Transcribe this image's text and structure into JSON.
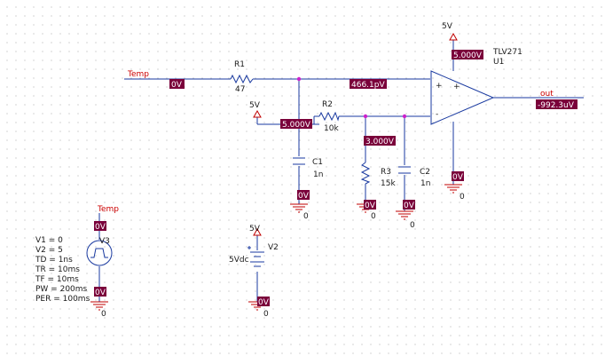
{
  "components": {
    "r1": {
      "name": "R1",
      "value": "47"
    },
    "r2": {
      "name": "R2",
      "value": "10k"
    },
    "r3": {
      "name": "R3",
      "value": "15k"
    },
    "c1": {
      "name": "C1",
      "value": "1n"
    },
    "c2": {
      "name": "C2",
      "value": "1n"
    },
    "u1": {
      "part": "TLV271",
      "name": "U1",
      "plus": "+",
      "minus": "-"
    },
    "v2": {
      "name": "V2",
      "value": "5Vdc"
    },
    "v3": {
      "name": "V3",
      "params": [
        "V1 = 0",
        "V2 = 5",
        "TD = 1ns",
        "TR = 10ms",
        "TF = 10ms",
        "PW = 200ms",
        "PER = 100ms"
      ]
    }
  },
  "nets": {
    "temp_input": "Temp",
    "temp_source": "Temp",
    "output": "out",
    "supply_u1": "5V",
    "supply_r2": "5V",
    "supply_v2": "5V"
  },
  "voltage_tags": {
    "input": "0V",
    "noninv": "466.1pV",
    "u1_supply": "5.000V",
    "output": "-992.3uV",
    "r2_top": "5.000V",
    "divider": "3.000V",
    "c1_gnd": "0V",
    "r3_gnd": "0V",
    "c2_gnd": "0V",
    "u1_gnd": "0V",
    "v3_top": "0V",
    "v3_gnd": "0V",
    "v2_gnd": "0V"
  },
  "ground_labels": {
    "c1": "0",
    "r3": "0",
    "c2": "0",
    "u1": "0",
    "v3": "0",
    "v2": "0"
  }
}
